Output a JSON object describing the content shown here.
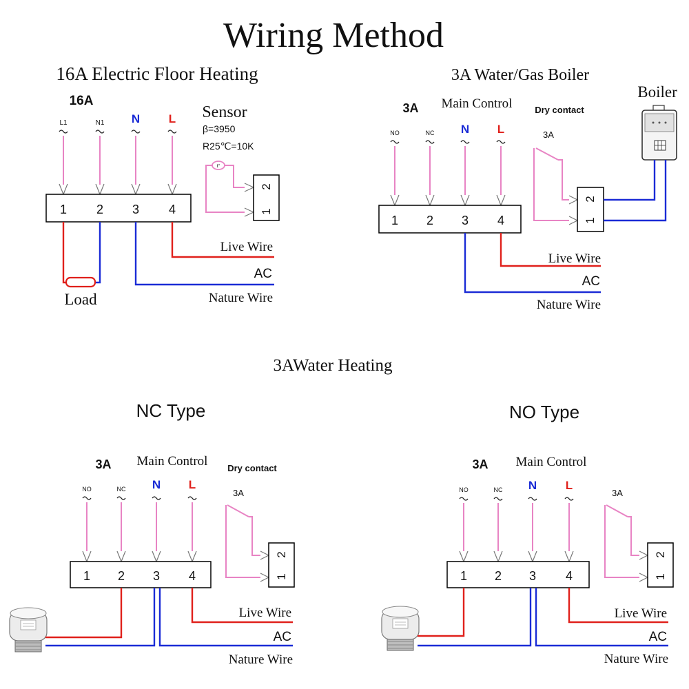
{
  "title": "Wiring Method",
  "colors": {
    "live": "#e0201b",
    "neutral": "#1a2bd6",
    "signal": "#e884c4",
    "box": "#000000"
  },
  "floor": {
    "heading": "16A Electric Floor Heating",
    "rating": "16A",
    "terminals": [
      "L1",
      "N1",
      "N",
      "L"
    ],
    "block_numbers": [
      "1",
      "2",
      "3",
      "4"
    ],
    "sensor_title": "Sensor",
    "sensor_beta": "β=3950",
    "sensor_r": "R25℃=10K",
    "sensor_symbol": "t°",
    "sensor_block": [
      "2",
      "1"
    ],
    "live_label": "Live Wire",
    "ac_label": "AC",
    "nature_label": "Nature Wire",
    "load_label": "Load"
  },
  "boiler": {
    "heading": "3A Water/Gas Boiler",
    "rating": "3A",
    "main_control": "Main Control",
    "dry_contact": "Dry contact",
    "contact_rating": "3A",
    "boiler_label": "Boiler",
    "terminals": [
      "NO",
      "NC",
      "N",
      "L"
    ],
    "block_numbers": [
      "1",
      "2",
      "3",
      "4"
    ],
    "contact_block": [
      "2",
      "1"
    ],
    "live_label": "Live Wire",
    "ac_label": "AC",
    "nature_label": "Nature Wire"
  },
  "water_heading": "3AWater Heating",
  "nc": {
    "heading": "NC Type",
    "rating": "3A",
    "main_control": "Main Control",
    "dry_contact": "Dry contact",
    "contact_rating": "3A",
    "terminals": [
      "NO",
      "NC",
      "N",
      "L"
    ],
    "block_numbers": [
      "1",
      "2",
      "3",
      "4"
    ],
    "contact_block": [
      "2",
      "1"
    ],
    "live_label": "Live Wire",
    "ac_label": "AC",
    "nature_label": "Nature Wire"
  },
  "no": {
    "heading": "NO Type",
    "rating": "3A",
    "main_control": "Main Control",
    "contact_rating": "3A",
    "terminals": [
      "NO",
      "NC",
      "N",
      "L"
    ],
    "block_numbers": [
      "1",
      "2",
      "3",
      "4"
    ],
    "contact_block": [
      "2",
      "1"
    ],
    "live_label": "Live Wire",
    "ac_label": "AC",
    "nature_label": "Nature Wire"
  }
}
